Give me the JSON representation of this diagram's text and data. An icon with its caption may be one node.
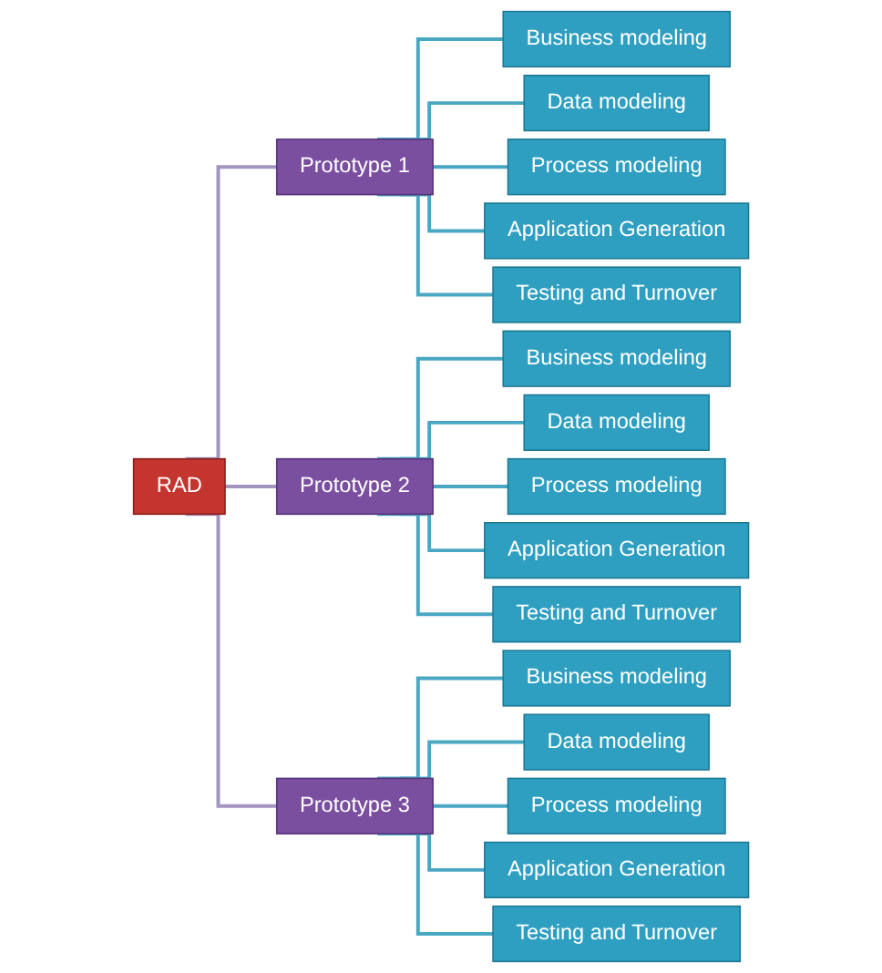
{
  "diagram": {
    "nodes": [
      {
        "text": [
          "RAD"
        ]
      },
      {
        "text": [
          "Prototype 1"
        ]
      },
      {
        "text": [
          "Business modeling"
        ]
      },
      {
        "text": [
          "Data modeling"
        ]
      },
      {
        "text": [
          "Process modeling"
        ]
      },
      {
        "text": [
          "Application Generation"
        ]
      },
      {
        "text": [
          "Testing and Turnover"
        ]
      },
      {
        "text": [
          "Prototype 2"
        ]
      },
      {
        "text": [
          "Business modeling"
        ]
      },
      {
        "text": [
          "Data modeling"
        ]
      },
      {
        "text": [
          "Process modeling"
        ]
      },
      {
        "text": [
          "Application Generation"
        ]
      },
      {
        "text": [
          "Testing and Turnover"
        ]
      },
      {
        "text": [
          "Prototype 3"
        ]
      },
      {
        "text": [
          "Business modeling"
        ]
      },
      {
        "text": [
          "Data modeling"
        ]
      },
      {
        "text": [
          "Process modeling"
        ]
      },
      {
        "text": [
          "Application Generation"
        ]
      },
      {
        "text": [
          "Testing and Turnover"
        ]
      }
    ],
    "edges": [
      {
        "from": 0,
        "to": 1,
        "arrow": "none",
        "color": "#a394c0"
      },
      {
        "from": 0,
        "to": 7,
        "arrow": "none",
        "color": "#a394c0"
      },
      {
        "from": 0,
        "to": 13,
        "arrow": "none",
        "color": "#a394c0"
      },
      {
        "from": 1,
        "to": 2,
        "arrow": "none"
      },
      {
        "from": 1,
        "to": 3,
        "arrow": "none"
      },
      {
        "from": 1,
        "to": 4,
        "arrow": "none"
      },
      {
        "from": 1,
        "to": 5,
        "arrow": "none"
      },
      {
        "from": 1,
        "to": 6,
        "arrow": "none"
      },
      {
        "from": 7,
        "to": 8,
        "arrow": "none"
      },
      {
        "from": 7,
        "to": 9,
        "arrow": "none"
      },
      {
        "from": 7,
        "to": 10,
        "arrow": "none"
      },
      {
        "from": 7,
        "to": 11,
        "arrow": "none"
      },
      {
        "from": 7,
        "to": 12,
        "arrow": "none"
      },
      {
        "from": 13,
        "to": 14,
        "arrow": "none"
      },
      {
        "from": 13,
        "to": 15,
        "arrow": "none"
      },
      {
        "from": 13,
        "to": 16,
        "arrow": "none"
      },
      {
        "from": 13,
        "to": 17,
        "arrow": "none"
      },
      {
        "from": 13,
        "to": 18,
        "arrow": "none"
      }
    ]
  }
}
